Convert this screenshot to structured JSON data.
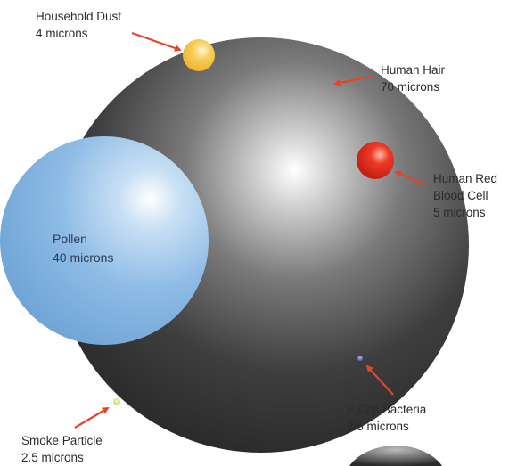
{
  "particles": {
    "household_dust": {
      "name": "Household Dust",
      "size": "4 microns",
      "color": "#f5c242"
    },
    "human_hair": {
      "name": "Human Hair",
      "size": "70 microns",
      "color": "#2f2f2f"
    },
    "red_blood_cell": {
      "name_line1": "Human Red",
      "name_line2": "Blood Cell",
      "size": "5 microns",
      "color": "#d9261c"
    },
    "pollen": {
      "name": "Pollen",
      "size": "40 microns",
      "color": "#7fb2e0"
    },
    "ecoli": {
      "name": "E.Coli Bacteria",
      "size": "2.5 microns",
      "color": "#3d5a9a"
    },
    "smoke": {
      "name": "Smoke Particle",
      "size": "2.5 microns",
      "color": "#c8dc6a"
    }
  },
  "arrow_color": "#e0462a"
}
